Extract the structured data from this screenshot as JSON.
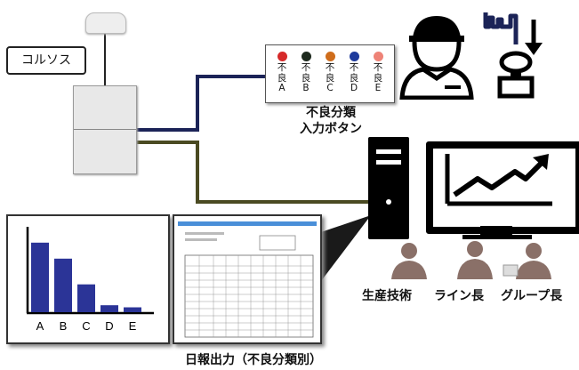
{
  "device": {
    "label": "コルソス"
  },
  "buttons": [
    {
      "text": "不\n良\nA",
      "color": "#d62a2a"
    },
    {
      "text": "不\n良\nB",
      "color": "#1e2a1e"
    },
    {
      "text": "不\n良\nC",
      "color": "#cf6d1c"
    },
    {
      "text": "不\n良\nD",
      "color": "#1f3b9c"
    },
    {
      "text": "不\n良\nE",
      "color": "#ee8377"
    }
  ],
  "captions": {
    "buttons_line1": "不良分類",
    "buttons_line2": "入力ボタン",
    "report": "日報出力（不良分類別）"
  },
  "roles": [
    "生産技術",
    "ライン長",
    "グループ長"
  ],
  "wire_colors": {
    "dark": "#1b2357",
    "olive": "#4a4a22"
  },
  "chart_data": {
    "type": "bar",
    "categories": [
      "A",
      "B",
      "C",
      "D",
      "E"
    ],
    "values": [
      100,
      77,
      40,
      10,
      7
    ],
    "ylim": [
      0,
      110
    ],
    "bar_color": "#2b3497"
  }
}
